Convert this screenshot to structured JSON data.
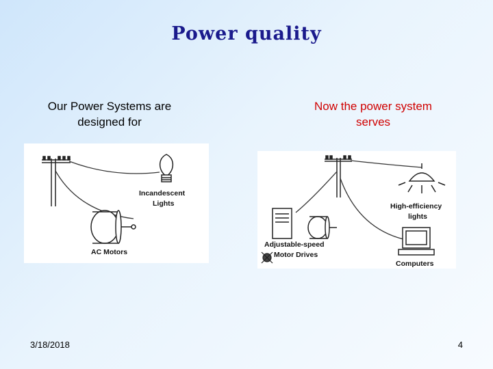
{
  "slide": {
    "title": "Power quality",
    "left_caption_line1": "Our Power Systems are",
    "left_caption_line2": "designed for",
    "right_caption_line1": "Now the power system",
    "right_caption_line2": "serves",
    "date": "3/18/2018",
    "page_number": "4",
    "right_caption_color": "#d00000",
    "title_color": "#1a1a8c"
  },
  "left_diagram": {
    "label_lights_line1": "Incandescent",
    "label_lights_line2": "Lights",
    "label_motors": "AC Motors"
  },
  "right_diagram": {
    "label_lights_line1": "High-efficiency",
    "label_lights_line2": "lights",
    "label_drives_line1": "Adjustable-speed",
    "label_drives_line2": "Motor Drives",
    "label_computers": "Computers"
  }
}
